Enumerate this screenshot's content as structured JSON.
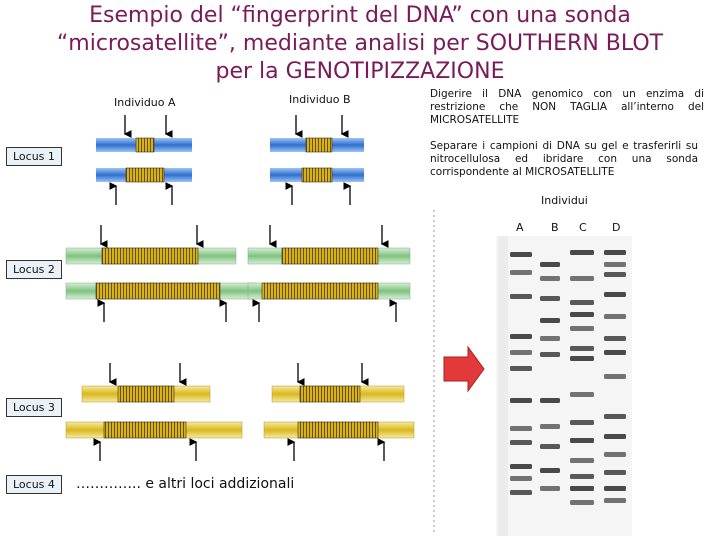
{
  "title": {
    "line1": "Esempio del “fingerprint del DNA” con una sonda",
    "line2": "“microsatellite”, mediante analisi per SOUTHERN BLOT",
    "line3": "per la GENOTIPIZZAZIONE"
  },
  "individuals": {
    "a": "Individuo A",
    "b": "Individuo B"
  },
  "loci": {
    "l1": "Locus 1",
    "l2": "Locus 2",
    "l3": "Locus 3",
    "l4": "Locus 4"
  },
  "notes": {
    "step1": "Digerire il DNA genomico con un enzima di restrizione che NON TAGLIA all’interno del MICROSATELLITE",
    "step2": "Separare i campioni di DNA su gel e trasferirli su nitrocellulosa ed ibridare con una sonda corrispondente al MICROSATELLITE"
  },
  "gel": {
    "header": "Individui",
    "lanes": [
      "A",
      "B",
      "C",
      "D"
    ]
  },
  "extra_text": "………….. e altri loci addizionali",
  "colors": {
    "title": "#7a1a5a",
    "blue_dna": "#2f6fd0",
    "green_dna": "#7fc27f",
    "gold_dna": "#e3c12a",
    "microsatellite": "#d8b21c",
    "arrow": "#e23a3a"
  }
}
